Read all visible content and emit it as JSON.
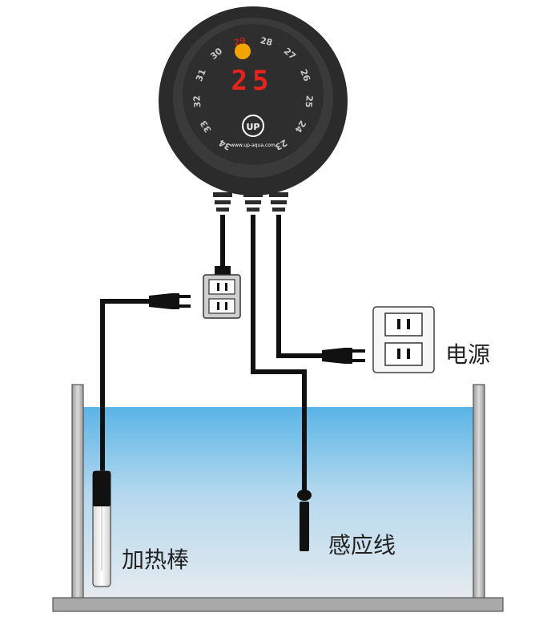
{
  "controller": {
    "scale_numbers": [
      "34",
      "33",
      "32",
      "31",
      "30",
      "29",
      "28",
      "27",
      "26",
      "25",
      "24",
      "23"
    ],
    "highlighted_value": "29",
    "display_value": "25",
    "logo_text": "UP",
    "website": "www.up-aqua.com"
  },
  "labels": {
    "power": "电源",
    "heater": "加热棒",
    "sensor": "感应线"
  },
  "colors": {
    "controller_body": "#2b2b2b",
    "display_digits": "#e8231c",
    "highlight_circle": "#f0a400",
    "water_top": "#5ab4e6",
    "water_bottom": "#e8eef3",
    "outlet_fill": "#cfcfcf",
    "wall_outlet_fill": "#f7f7f7",
    "cable": "#111111"
  }
}
